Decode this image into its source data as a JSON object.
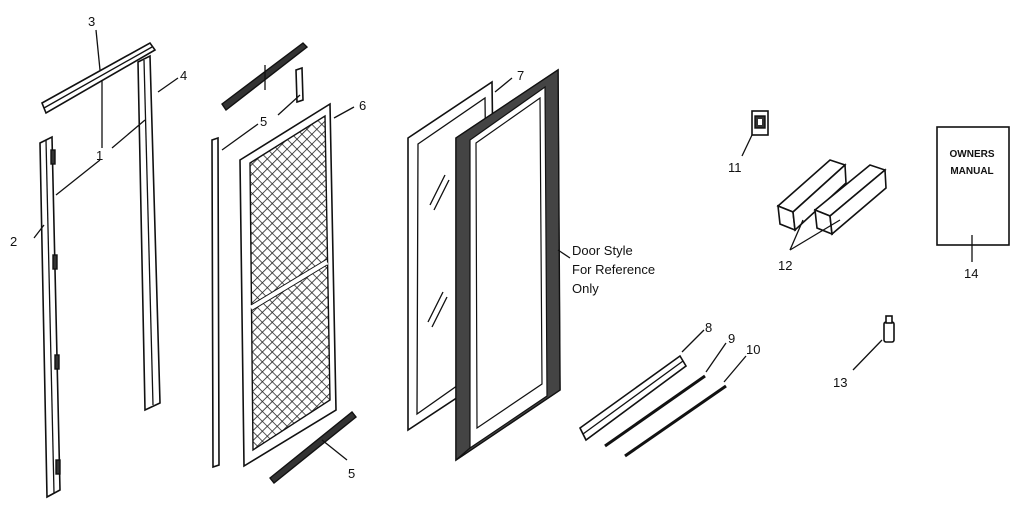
{
  "labels": {
    "l1": "1",
    "l2": "2",
    "l3": "3",
    "l4": "4",
    "l5a": "5",
    "l5b": "5",
    "l6": "6",
    "l7": "7",
    "l8": "8",
    "l9": "9",
    "l10": "10",
    "l11": "11",
    "l12": "12",
    "l13": "13",
    "l14": "14"
  },
  "note": {
    "line1": "Door Style",
    "line2": "For Reference",
    "line3": "Only"
  },
  "manual": {
    "line1": "OWNERS",
    "line2": "MANUAL"
  }
}
